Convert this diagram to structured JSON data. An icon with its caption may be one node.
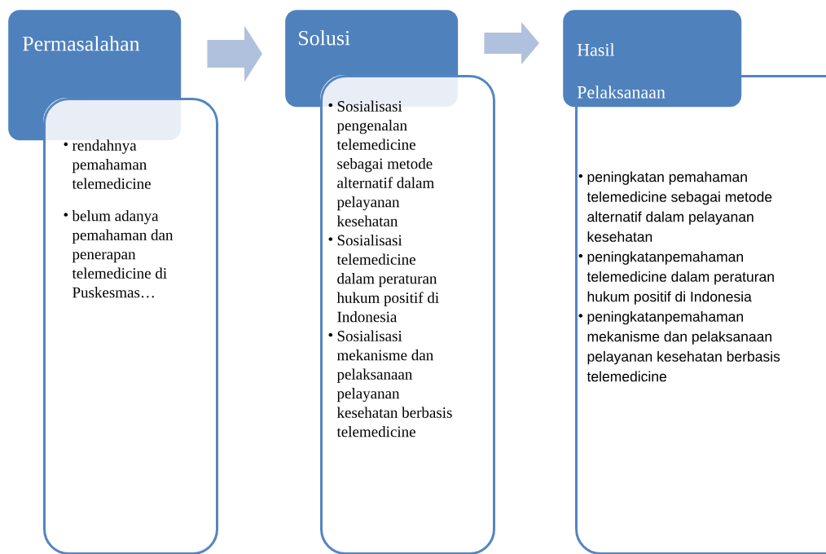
{
  "diagram": {
    "nodes": [
      {
        "text": [
          "Permasalahan"
        ]
      },
      {
        "text": [
          "rendahnya pemahaman telemedicine",
          "belum adanya pemahaman dan penerapan telemedicine di Puskesmas…"
        ]
      },
      {
        "text": [
          "Solusi"
        ]
      },
      {
        "text": [
          "Sosialisasi pengenalan telemedicine sebagai metode alternatif dalam pelayanan kesehatan",
          "Sosialisasi telemedicine dalam peraturan hukum positif di Indonesia",
          "Sosialisasi mekanisme dan pelaksanaan pelayanan kesehatan berbasis telemedicine"
        ]
      },
      {
        "text": [
          "Hasil Pelaksanaan"
        ]
      },
      {
        "text": [
          "peningkatan pemahaman telemedicine sebagai metode alternatif dalam pelayanan kesehatan",
          "peningkatanpemahaman telemedicine dalam peraturan hukum positif di Indonesia",
          "peningkatanpemahaman mekanisme dan pelaksanaan pelayanan kesehatan berbasis telemedicine"
        ]
      }
    ],
    "edges": [
      {
        "from": 0,
        "to": 2,
        "arrow": "to"
      },
      {
        "from": 2,
        "to": 4,
        "arrow": "to"
      }
    ]
  }
}
